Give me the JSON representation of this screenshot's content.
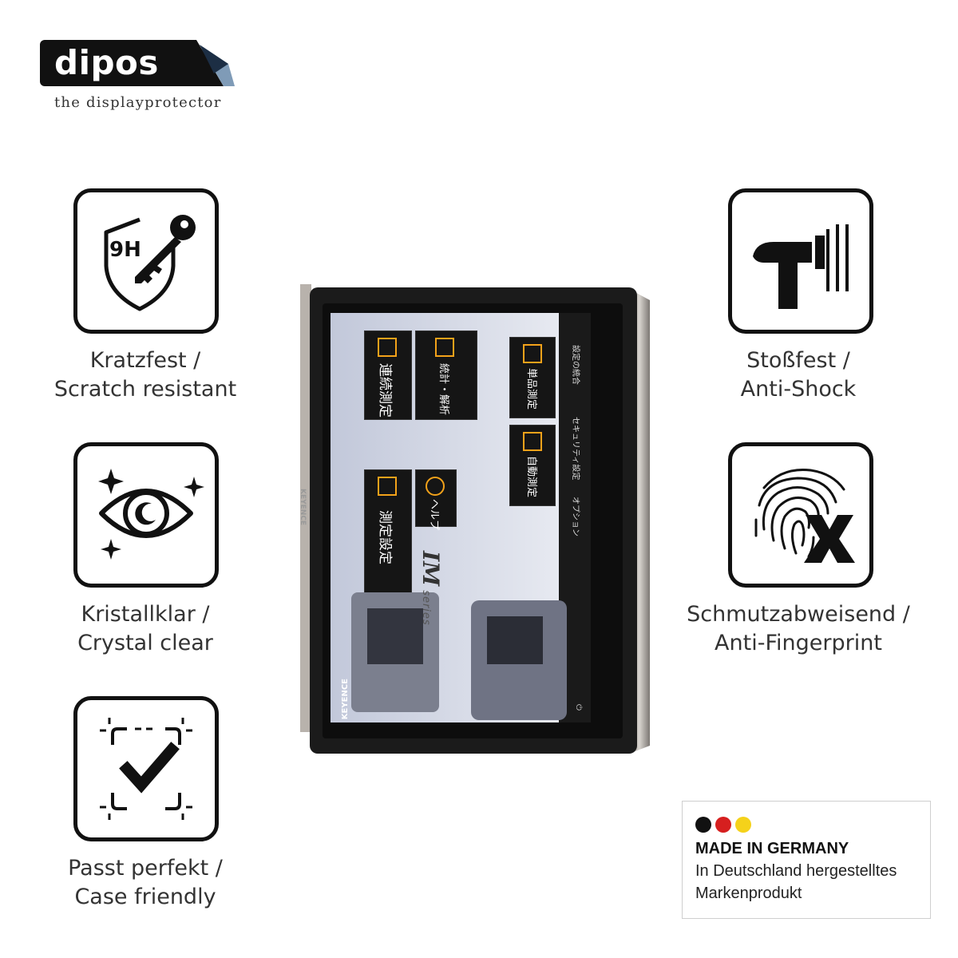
{
  "brand": {
    "name": "dipos",
    "tagline": "the displayprotector"
  },
  "features": [
    {
      "icon": "shield-key-9h-icon",
      "badge": "9H",
      "line1": "Kratzfest /",
      "line2": "Scratch resistant"
    },
    {
      "icon": "eye-sparkle-icon",
      "line1": "Kristallklar /",
      "line2": "Crystal clear"
    },
    {
      "icon": "frame-check-icon",
      "line1": "Passt perfekt /",
      "line2": "Case friendly"
    },
    {
      "icon": "hammer-impact-icon",
      "line1": "Stoßfest /",
      "line2": "Anti-Shock"
    },
    {
      "icon": "fingerprint-x-icon",
      "line1": "Schmutzabweisend /",
      "line2": "Anti-Fingerprint"
    }
  ],
  "device": {
    "brand": "KEYENCE",
    "series": "IM",
    "series_sub": "series",
    "menu": [
      "設定の統合",
      "セキュリティ設定",
      "オプション"
    ],
    "buttons": [
      "連続測定",
      "統計・解析",
      "単品測定",
      "測定設定",
      "ヘルプ",
      "自動測定"
    ]
  },
  "origin": {
    "colors": [
      "#111111",
      "#d61f1f",
      "#f5d21a"
    ],
    "title": "MADE IN GERMANY",
    "line1": "In Deutschland hergestelltes",
    "line2": "Markenprodukt"
  }
}
